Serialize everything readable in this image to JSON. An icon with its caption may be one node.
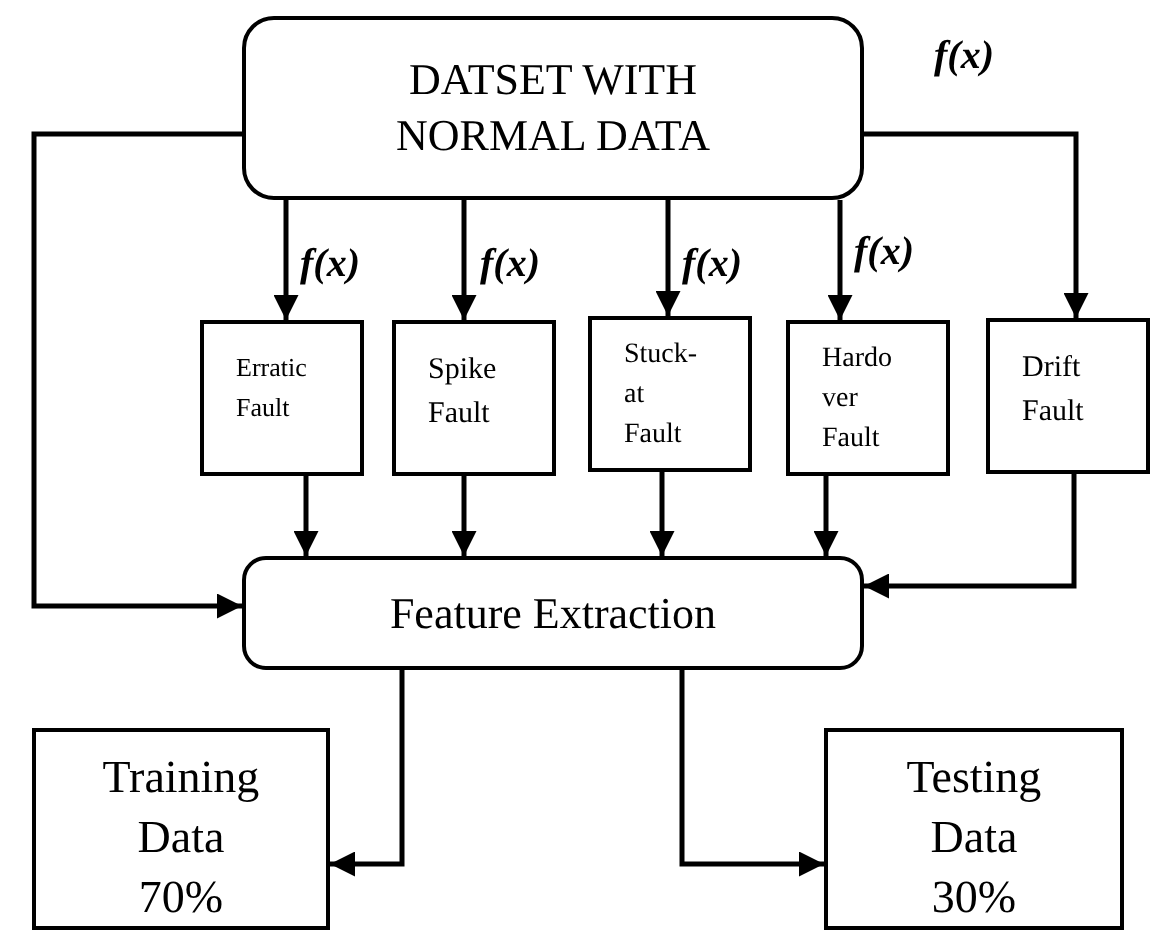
{
  "diagram": {
    "nodes": [
      {
        "text": [
          "DATSET WITH NORMAL DATA"
        ]
      },
      {
        "text": [
          "Erratic Fault"
        ]
      },
      {
        "text": [
          "Spike Fault"
        ]
      },
      {
        "text": [
          "Stuck- at Fault"
        ]
      },
      {
        "text": [
          "Hardo ver Fault"
        ]
      },
      {
        "text": [
          "Drift Fault"
        ]
      },
      {
        "text": [
          "Feature Extraction"
        ]
      },
      {
        "text": [
          "Training Data 70%"
        ]
      },
      {
        "text": [
          "Testing Data 30%"
        ]
      }
    ],
    "edges": [
      {
        "from": 0,
        "to": 1,
        "arrow": "to",
        "label": "f(x)"
      },
      {
        "from": 0,
        "to": 2,
        "arrow": "to",
        "label": "f(x)"
      },
      {
        "from": 0,
        "to": 3,
        "arrow": "to",
        "label": "f(x)"
      },
      {
        "from": 0,
        "to": 4,
        "arrow": "to",
        "label": "f(x)"
      },
      {
        "from": 0,
        "to": 5,
        "arrow": "to",
        "label": "f(x)"
      },
      {
        "from": 0,
        "to": 6,
        "arrow": "to"
      },
      {
        "from": 1,
        "to": 6,
        "arrow": "to"
      },
      {
        "from": 2,
        "to": 6,
        "arrow": "to"
      },
      {
        "from": 3,
        "to": 6,
        "arrow": "to"
      },
      {
        "from": 4,
        "to": 6,
        "arrow": "to"
      },
      {
        "from": 5,
        "to": 6,
        "arrow": "to"
      },
      {
        "from": 6,
        "to": 7,
        "arrow": "to"
      },
      {
        "from": 6,
        "to": 8,
        "arrow": "to"
      }
    ]
  }
}
